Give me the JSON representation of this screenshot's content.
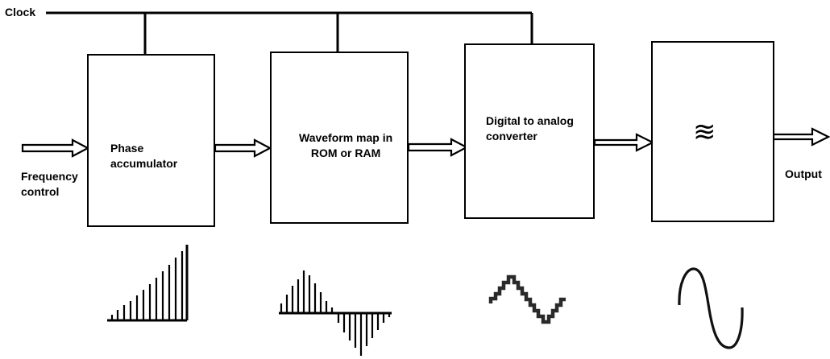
{
  "diagram": {
    "clock_label": "Clock",
    "input_label": "Frequency\ncontrol",
    "output_label": "Output",
    "blocks": [
      {
        "label": "Phase accumulator",
        "waveform": "ramp-bars-icon"
      },
      {
        "label": "Waveform map in\nROM or RAM",
        "waveform": "sampled-sine-bars-icon"
      },
      {
        "label": "Digital to analog\nconverter",
        "waveform": "staircase-sine-icon"
      },
      {
        "label": "",
        "symbol": "≋",
        "symbol_icon": "lowpass-filter-icon",
        "waveform": "smooth-sine-icon"
      }
    ]
  }
}
